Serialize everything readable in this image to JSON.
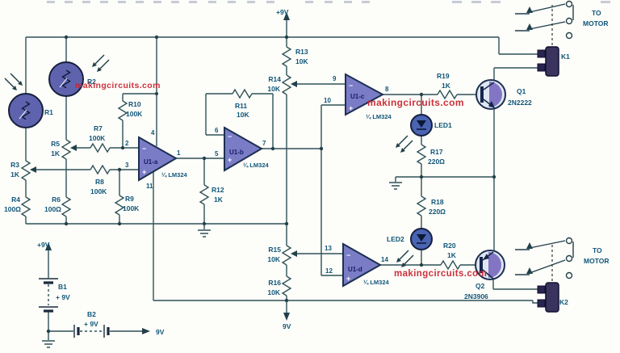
{
  "watermark": {
    "text": "makingcircuits.com"
  },
  "signs": {
    "minus": "−",
    "plus": "+"
  },
  "power": {
    "vplus_top": "+9V",
    "vbottom": "9V",
    "b1_ref": "B1",
    "b1_value": "+ 9V",
    "b1_arrow": "+9V",
    "b2_ref": "B2",
    "b2_value": "+ 9V",
    "b2_out": "9V"
  },
  "opamps": [
    {
      "ref": "U1-a",
      "part": "¼ LM324",
      "pin_inv": "2",
      "pin_noninv": "3",
      "pin_out": "1",
      "pin_vcc": "4",
      "pin_vee": "11"
    },
    {
      "ref": "U1-b",
      "part": "¼ LM324",
      "pin_inv": "6",
      "pin_noninv": "5",
      "pin_out": "7"
    },
    {
      "ref": "U1-c",
      "part": "¼ LM324",
      "pin_inv": "9",
      "pin_noninv": "10",
      "pin_out": "8"
    },
    {
      "ref": "U1-d",
      "part": "¼ LM324",
      "pin_inv": "13",
      "pin_noninv": "12",
      "pin_out": "14"
    }
  ],
  "photocells": [
    {
      "ref": "R1"
    },
    {
      "ref": "R2"
    }
  ],
  "resistors": [
    {
      "ref": "R3",
      "value": "1K"
    },
    {
      "ref": "R4",
      "value": "100Ω"
    },
    {
      "ref": "R5",
      "value": "1K"
    },
    {
      "ref": "R6",
      "value": "100Ω"
    },
    {
      "ref": "R7",
      "value": "100K"
    },
    {
      "ref": "R8",
      "value": "100K"
    },
    {
      "ref": "R9",
      "value": "100K"
    },
    {
      "ref": "R10",
      "value": "100K"
    },
    {
      "ref": "R11",
      "value": "10K"
    },
    {
      "ref": "R12",
      "value": "1K"
    },
    {
      "ref": "R13",
      "value": "10K"
    },
    {
      "ref": "R14",
      "value": "10K"
    },
    {
      "ref": "R15",
      "value": "10K"
    },
    {
      "ref": "R16",
      "value": "10K"
    },
    {
      "ref": "R17",
      "value": "220Ω"
    },
    {
      "ref": "R18",
      "value": "220Ω"
    },
    {
      "ref": "R19",
      "value": "1K"
    },
    {
      "ref": "R20",
      "value": "1K"
    }
  ],
  "leds": [
    {
      "ref": "LED1"
    },
    {
      "ref": "LED2"
    }
  ],
  "transistors": [
    {
      "ref": "Q1",
      "part": "2N2222"
    },
    {
      "ref": "Q2",
      "part": "2N3906"
    }
  ],
  "relays": [
    {
      "ref": "K1",
      "to": "TO",
      "motor": "MOTOR"
    },
    {
      "ref": "K2",
      "to": "TO",
      "motor": "MOTOR"
    }
  ]
}
